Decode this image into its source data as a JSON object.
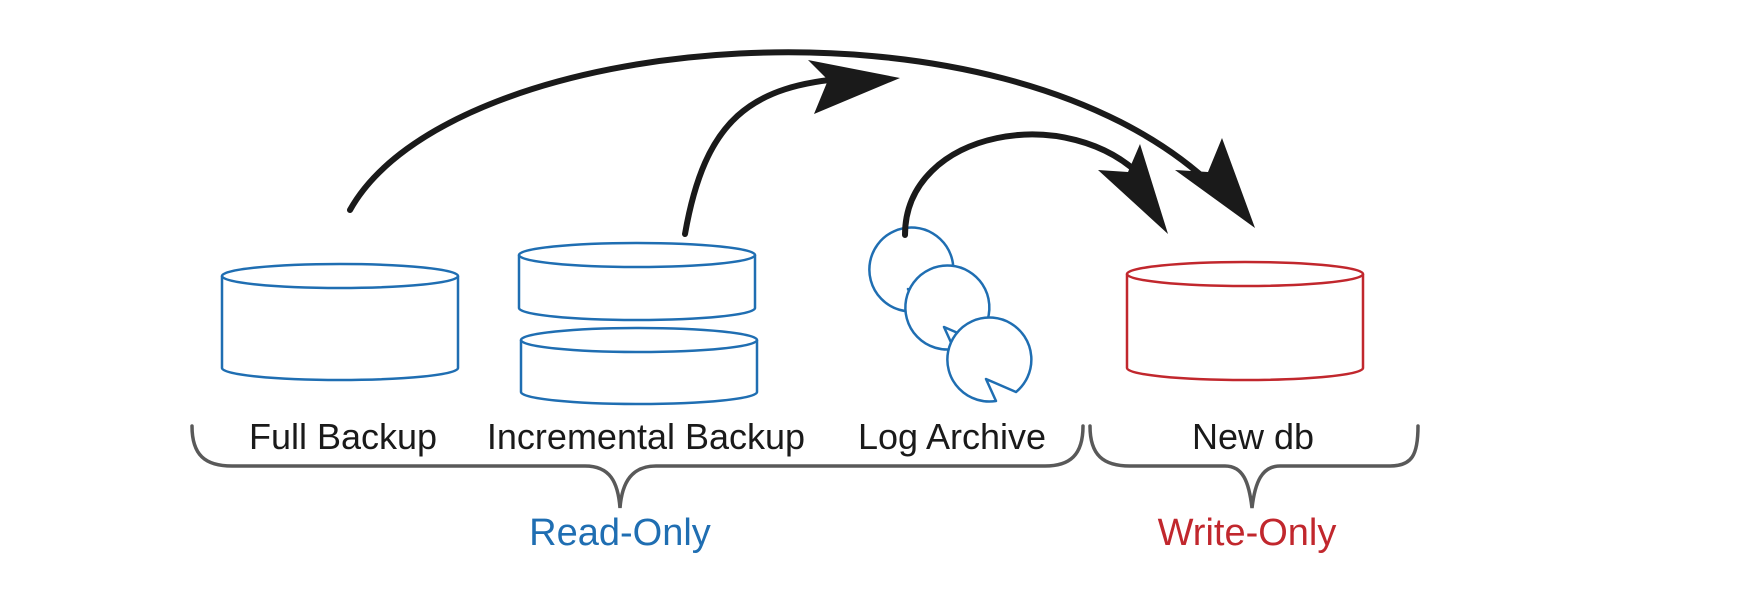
{
  "labels": {
    "full_backup": "Full Backup",
    "incremental_backup": "Incremental Backup",
    "log_archive": "Log Archive",
    "new_db": "New db"
  },
  "groups": {
    "read_only": "Read-Only",
    "write_only": "Write-Only"
  },
  "colors": {
    "read_only": "#1f6eb2",
    "write_only": "#c1272d",
    "arrow": "#1a1a1a",
    "text": "#1a1a1a",
    "brace": "#595959"
  }
}
